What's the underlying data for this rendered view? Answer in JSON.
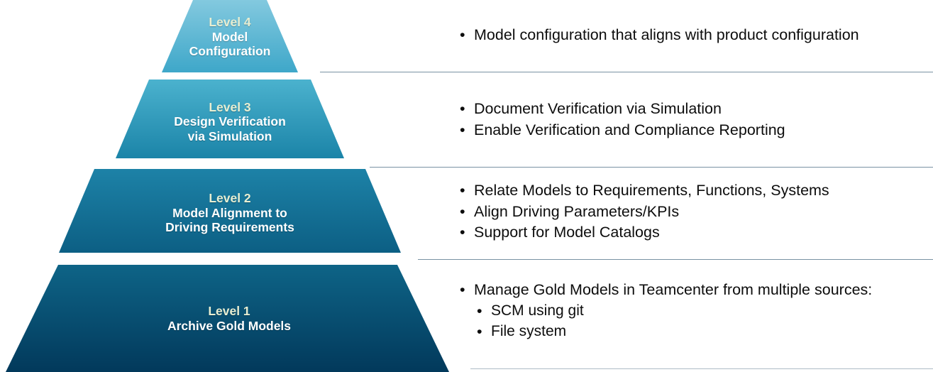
{
  "colors": {
    "tier4_top": "#7fc6dd",
    "tier4_bottom": "#3fa8c9",
    "tier3_top": "#44aecb",
    "tier3_bottom": "#1b84a8",
    "tier2_top": "#1a7ea3",
    "tier2_bottom": "#0e6085",
    "tier1_top": "#0d6184",
    "tier1_bottom": "#023a5c",
    "level_tag_text": "#e8eed2",
    "tier_title_text": "#ffffff",
    "divider": "#7992a3",
    "divider_bottom": "#aebcc6",
    "bullet_text": "#0d0d0d",
    "background": "#ffffff"
  },
  "pyramid": {
    "tiers": [
      {
        "level_tag": "Level 4",
        "title_lines": [
          "Model",
          "Configuration"
        ]
      },
      {
        "level_tag": "Level 3",
        "title_lines": [
          "Design Verification",
          "via Simulation"
        ]
      },
      {
        "level_tag": "Level 2",
        "title_lines": [
          "Model Alignment to",
          "Driving Requirements"
        ]
      },
      {
        "level_tag": "Level 1",
        "title_lines": [
          "Archive Gold Models"
        ]
      }
    ]
  },
  "panels": [
    {
      "for_level": "Level 4",
      "bullets": [
        {
          "marker": "•",
          "text": "Model configuration that aligns with product configuration",
          "sub": false
        }
      ]
    },
    {
      "for_level": "Level 3",
      "bullets": [
        {
          "marker": "•",
          "text": "Document Verification via Simulation",
          "sub": false
        },
        {
          "marker": "•",
          "text": "Enable Verification and Compliance Reporting",
          "sub": false
        }
      ]
    },
    {
      "for_level": "Level 2",
      "bullets": [
        {
          "marker": "•",
          "text": "Relate Models to Requirements, Functions, Systems",
          "sub": false
        },
        {
          "marker": "•",
          "text": "Align Driving Parameters/KPIs",
          "sub": false
        },
        {
          "marker": "•",
          "text": "Support for Model Catalogs",
          "sub": false
        }
      ]
    },
    {
      "for_level": "Level 1",
      "bullets": [
        {
          "marker": "•",
          "text": "Manage Gold Models in Teamcenter from multiple sources:",
          "sub": false
        },
        {
          "marker": "•",
          "text": "SCM using git",
          "sub": true
        },
        {
          "marker": "•",
          "text": "File system",
          "sub": true
        }
      ]
    }
  ]
}
